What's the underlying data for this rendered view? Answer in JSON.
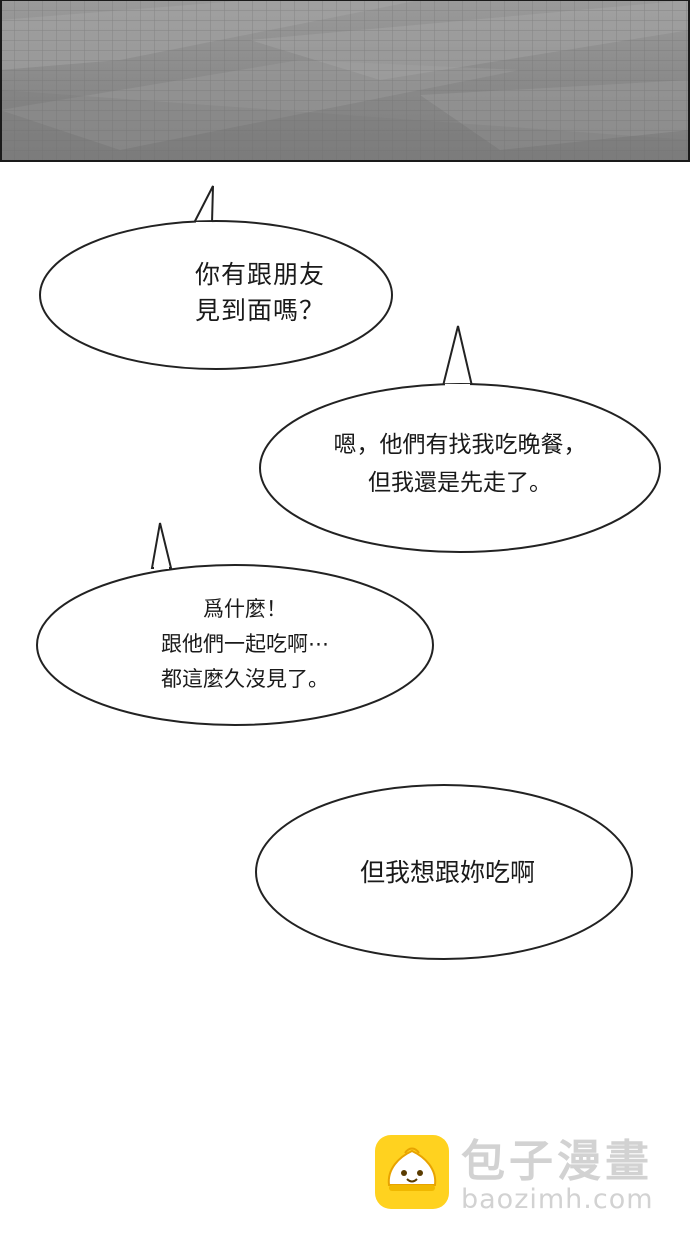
{
  "bubbles": [
    {
      "lines": [
        "你有跟朋友",
        "見到面嗎？"
      ]
    },
    {
      "lines": [
        "嗯，他們有找我吃晚餐，",
        "但我還是先走了。"
      ]
    },
    {
      "lines": [
        "爲什麼！",
        "跟他們一起吃啊⋯",
        "都這麼久沒見了。"
      ]
    },
    {
      "lines": [
        "但我想跟妳吃啊"
      ]
    }
  ],
  "watermark": {
    "name": "包子漫畫",
    "url": "baozimh.com"
  },
  "colors": {
    "panel_floor": "#8c8c8c",
    "bubble_fill": "#ffffff",
    "bubble_stroke": "#222222",
    "watermark_logo": "#ffd21f",
    "watermark_text": "#d2d2d2"
  }
}
